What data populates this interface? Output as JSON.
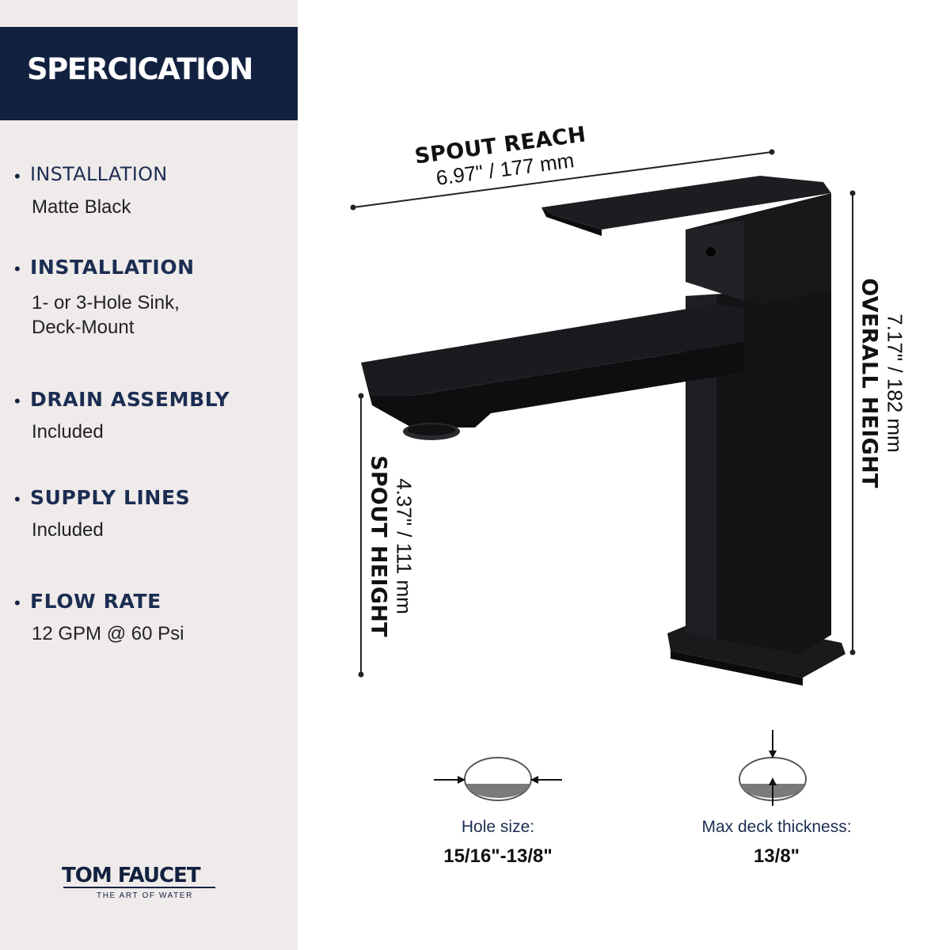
{
  "header": {
    "title": "SPERCICATION"
  },
  "specs": [
    {
      "label": "INSTALLATION",
      "value": "Matte Black"
    },
    {
      "label": "INSTALLATION",
      "value_lines": [
        "1- or 3-Hole Sink,",
        "Deck-Mount"
      ]
    },
    {
      "label": "DRAIN ASSEMBLY",
      "value": "Included"
    },
    {
      "label": "SUPPLY LINES",
      "value": "Included"
    },
    {
      "label": "FLOW RATE",
      "value": "12 GPM @ 60 Psi"
    }
  ],
  "brand": {
    "name": "TOM FAUCET",
    "tagline": "THE ART OF WATER"
  },
  "dimensions": {
    "spout_reach": {
      "title": "SPOUT REACH",
      "value": "6.97\" / 177 mm"
    },
    "overall_height": {
      "title": "OVERALL HEIGHT",
      "value": "7.17\" / 182 mm"
    },
    "spout_height": {
      "title": "SPOUT HEIGHT",
      "value": "4.37\" / 111 mm"
    }
  },
  "hole_size": {
    "label": "Hole size:",
    "value": "15/16\"-13/8\""
  },
  "deck_thickness": {
    "label": "Max deck thickness:",
    "value": "13/8\""
  },
  "colors": {
    "navy": "#12213f",
    "sidebar_bg": "#efebea",
    "faucet": "#141416"
  }
}
